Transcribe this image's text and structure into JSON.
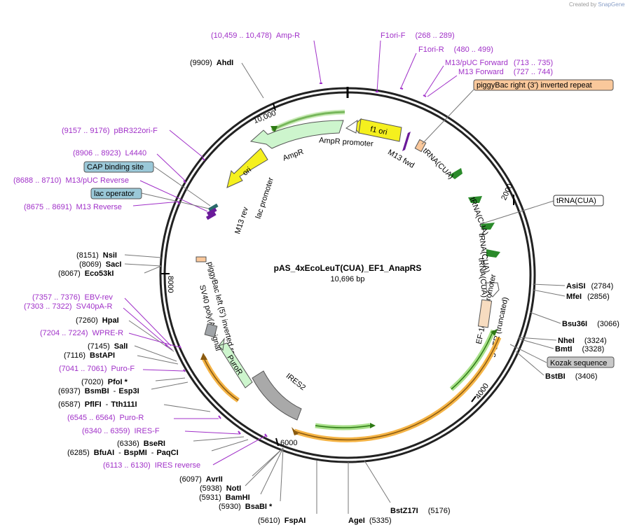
{
  "app": {
    "credit_prefix": "Created by",
    "credit_brand": "SnapGene"
  },
  "plasmid": {
    "name": "pAS_4xEcoLeuT(CUA)_EF1_AnapRS",
    "size": "10,696 bp"
  },
  "ticks": {
    "t2000": "2000",
    "t4000": "4000",
    "t6000": "6000",
    "t8000": "8000",
    "t10000": "10,000"
  },
  "inner_labels": {
    "f1_ori": "f1 ori",
    "ampr_promoter": "AmpR promoter",
    "ampr": "AmpR",
    "ori": "ori",
    "m13_fwd": "M13 fwd",
    "trna1": "tRNA(CUA)",
    "trna2": "tRNA(CUA)",
    "trna3": "tRNA(CUA)",
    "trna4": "tRNA(CUA)",
    "lac_promoter": "lac promoter",
    "m13_rev": "M13 rev",
    "piggybac_left": "piggyBac left (5') inverted repeat",
    "sv40": "SV40 poly(A) signal",
    "puror": "PuroR",
    "ires2": "IRES2",
    "ef1a": "EF-1α core promoter",
    "ltr5": "5' LTR (truncated)"
  },
  "features_boxed": {
    "piggybac_right": "piggyBac right (3') inverted repeat",
    "trna_box": "tRNA(CUA)",
    "cap": "CAP binding site",
    "lac_operator": "lac operator",
    "kozak": "Kozak sequence"
  },
  "primers": {
    "amp_r": {
      "pos": "(10,459 .. 10,478)",
      "name": "Amp-R"
    },
    "f1ori_f": {
      "name": "F1ori-F",
      "pos": "(268 .. 289)"
    },
    "f1ori_r": {
      "name": "F1ori-R",
      "pos": "(480 .. 499)"
    },
    "m13_puc_fwd": {
      "name": "M13/pUC Forward",
      "pos": "(713 .. 735)"
    },
    "m13_fwd": {
      "name": "M13 Forward",
      "pos": "(727 .. 744)"
    },
    "pbr322": {
      "pos": "(9157 .. 9176)",
      "name": "pBR322ori-F"
    },
    "l4440": {
      "pos": "(8906 .. 8923)",
      "name": "L4440"
    },
    "m13_puc_rev": {
      "pos": "(8688 .. 8710)",
      "name": "M13/pUC Reverse"
    },
    "m13_rev": {
      "pos": "(8675 .. 8691)",
      "name": "M13 Reverse"
    },
    "ebv_rev": {
      "pos": "(7357 .. 7376)",
      "name": "EBV-rev"
    },
    "sv40pa_r": {
      "pos": "(7303 .. 7322)",
      "name": "SV40pA-R"
    },
    "wpre_r": {
      "pos": "(7204 .. 7224)",
      "name": "WPRE-R"
    },
    "puro_f": {
      "pos": "(7041 .. 7061)",
      "name": "Puro-F"
    },
    "puro_r": {
      "pos": "(6545 .. 6564)",
      "name": "Puro-R"
    },
    "ires_f": {
      "pos": "(6340 .. 6359)",
      "name": "IRES-F"
    },
    "ires_rev": {
      "pos": "(6113 .. 6130)",
      "name": "IRES reverse"
    }
  },
  "enzymes": {
    "ahdi": {
      "pos": "(9909)",
      "name": "AhdI"
    },
    "nsii": {
      "pos": "(8151)",
      "name": "NsiI"
    },
    "saci": {
      "pos": "(8069)",
      "name": "SacI"
    },
    "eco53ki": {
      "pos": "(8067)",
      "name": "Eco53kI"
    },
    "hpai": {
      "pos": "(7260)",
      "name": "HpaI"
    },
    "sali": {
      "pos": "(7145)",
      "name": "SalI"
    },
    "bstapi": {
      "pos": "(7116)",
      "name": "BstAPI"
    },
    "pfoi": {
      "pos": "(7020)",
      "name": "PfoI *"
    },
    "bsmbi": {
      "pos": "(6937)",
      "name": "BsmBI",
      "extra": "Esp3I"
    },
    "pflfi": {
      "pos": "(6587)",
      "name": "PflFI",
      "extra": "Tth111I"
    },
    "bseri": {
      "pos": "(6336)",
      "name": "BseRI"
    },
    "bfuai": {
      "pos": "(6285)",
      "name": "BfuAI",
      "extra1": "BspMI",
      "extra2": "PaqCI"
    },
    "avrii": {
      "pos": "(6097)",
      "name": "AvrII"
    },
    "noti": {
      "pos": "(5938)",
      "name": "NotI"
    },
    "bamhi": {
      "pos": "(5931)",
      "name": "BamHI"
    },
    "bsabi": {
      "pos": "(5930)",
      "name": "BsaBI *"
    },
    "fspai": {
      "pos": "(5610)",
      "name": "FspAI"
    },
    "agei": {
      "name": "AgeI",
      "pos": "(5335)"
    },
    "bstz17i": {
      "name": "BstZ17I",
      "pos": "(5176)"
    },
    "asisi": {
      "name": "AsiSI",
      "pos": "(2784)"
    },
    "mfei": {
      "name": "MfeI",
      "pos": "(2856)"
    },
    "bsu36i": {
      "name": "Bsu36I",
      "pos": "(3066)"
    },
    "nhei": {
      "name": "NheI",
      "pos": "(3324)"
    },
    "bmti": {
      "name": "BmtI",
      "pos": "(3328)"
    },
    "bstbi": {
      "name": "BstBI",
      "pos": "(3406)"
    }
  },
  "colors": {
    "primer": "#a030c8",
    "f1ori": "#f5f01e",
    "ampr": "#cdf5cd",
    "puror": "#cdf5cd",
    "ires": "#a9a9a9",
    "ltr": "#f7dcc0",
    "piggybac_box": "#fac89b",
    "cap_box": "#9ac8d8",
    "kozak_box": "#c8c8c8",
    "trna_arrow": "#2a8a2a",
    "orange_track": "#f5b446",
    "green_track": "#50b42a"
  }
}
